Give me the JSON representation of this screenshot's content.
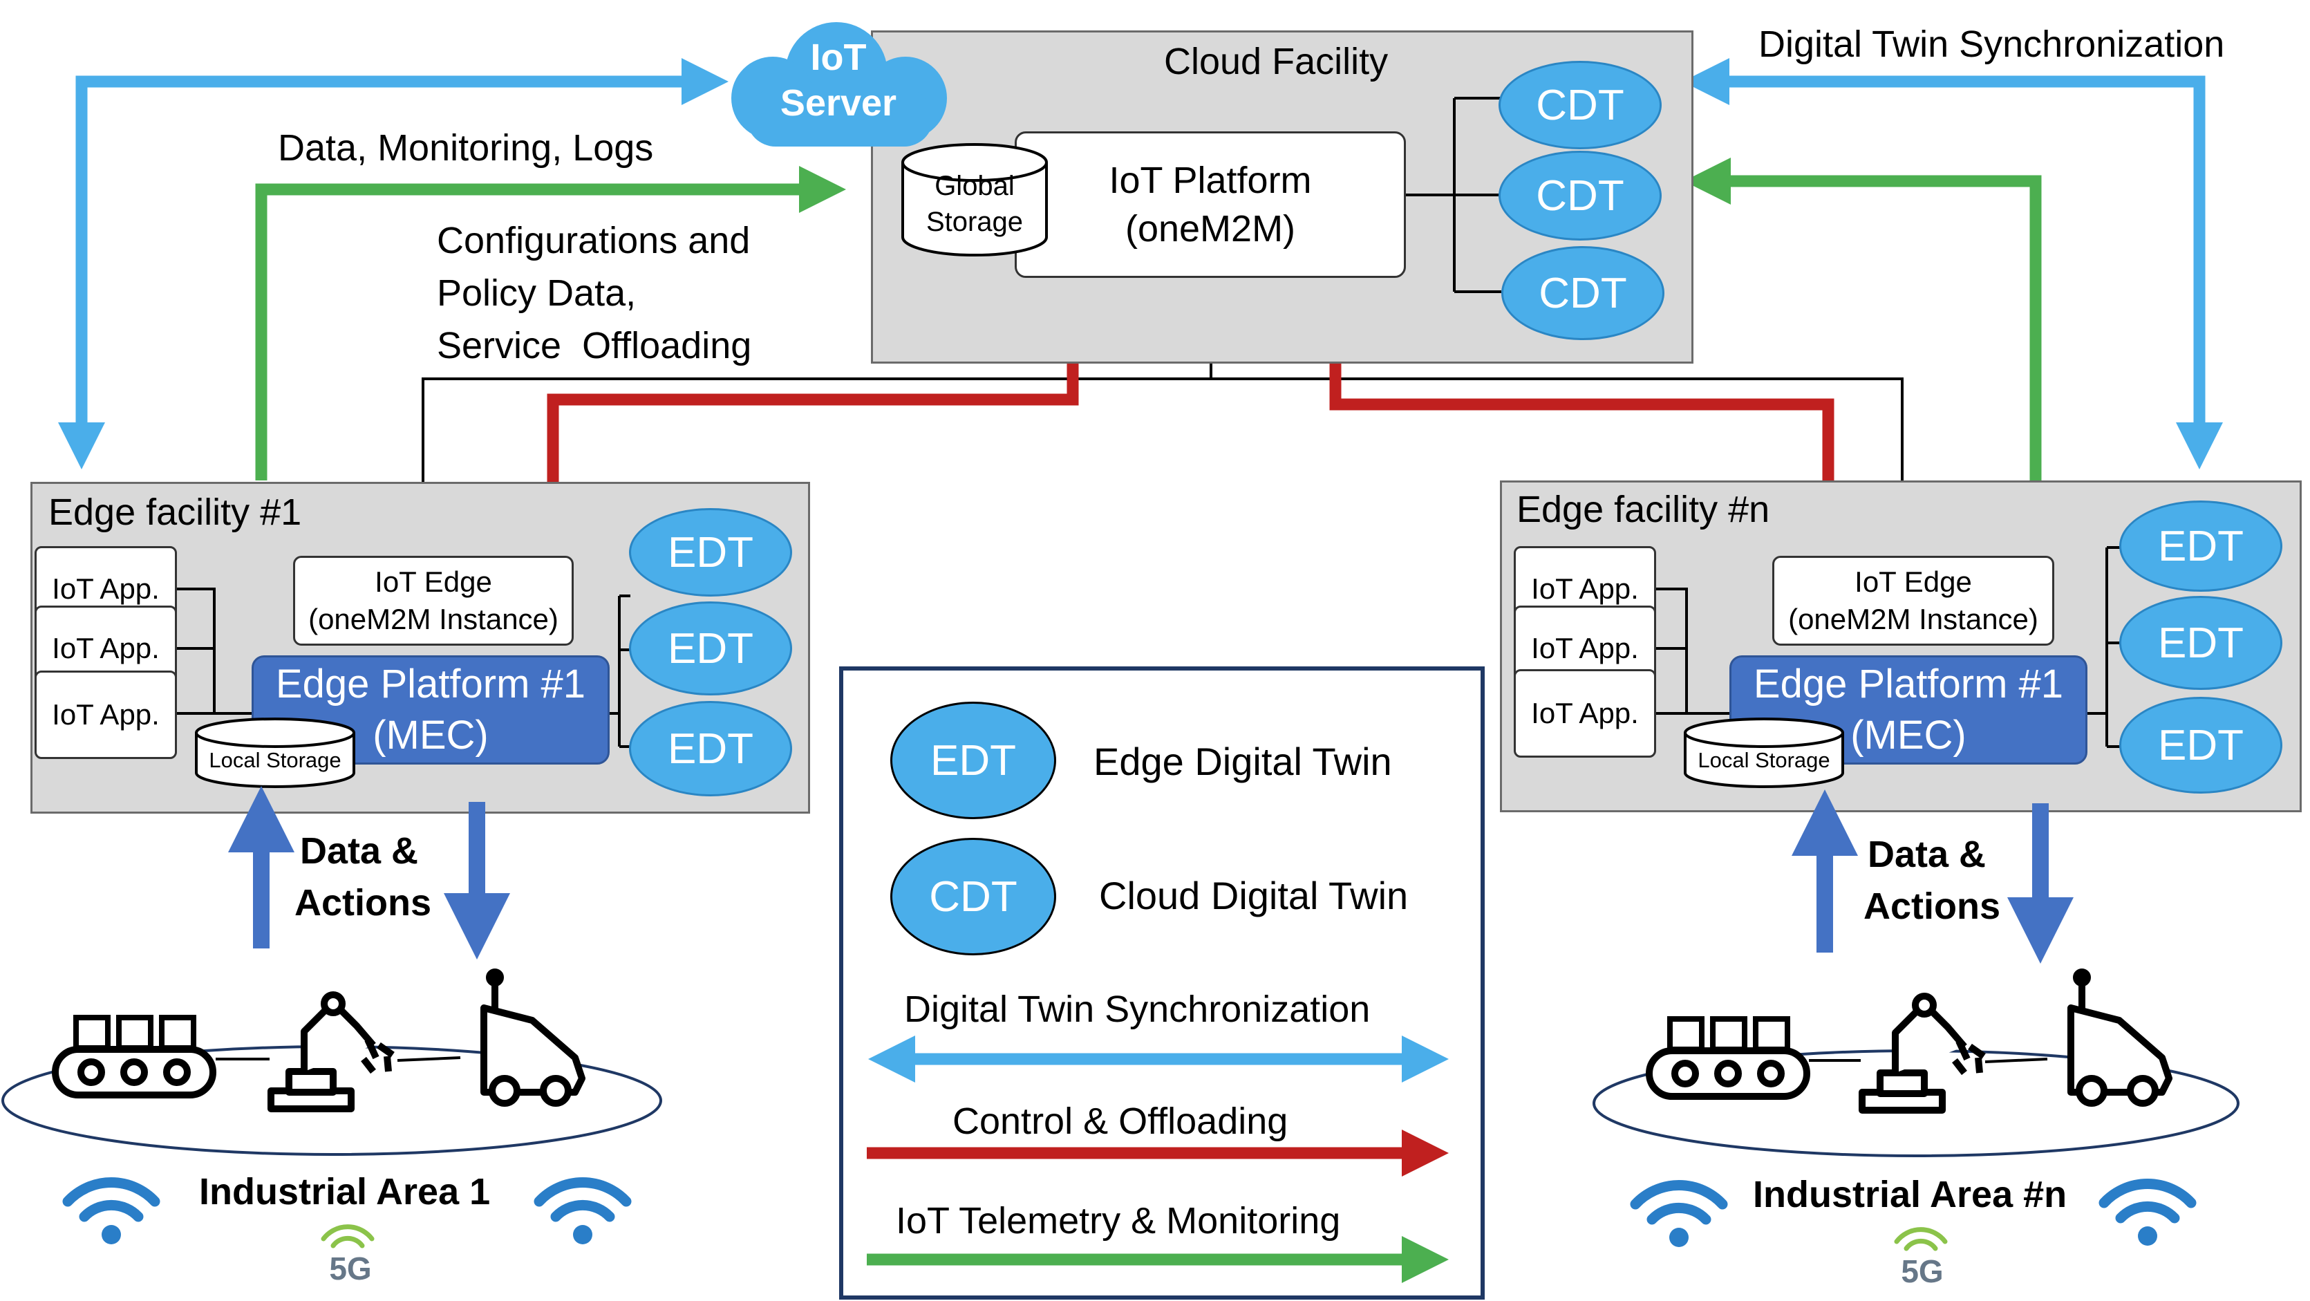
{
  "iot_server": {
    "line1": "IoT",
    "line2": "Server"
  },
  "cloud": {
    "title": "Cloud Facility",
    "platform": {
      "line1": "IoT Platform",
      "line2": "(oneM2M)"
    },
    "storage": {
      "line1": "Global",
      "line2": "Storage"
    },
    "twins": [
      "CDT",
      "CDT",
      "CDT"
    ]
  },
  "labels": {
    "data_monitoring": "Data, Monitoring, Logs",
    "config_lines": [
      "Configurations and",
      "Policy Data,",
      "Service  Offloading"
    ],
    "dt_sync_top": "Digital Twin Synchronization"
  },
  "edge_facilities": [
    {
      "title": "Edge facility #1",
      "apps": [
        "IoT App.",
        "IoT App.",
        "IoT App."
      ],
      "edge": {
        "line1": "IoT Edge",
        "line2": "(oneM2M Instance)"
      },
      "platform": {
        "line1": "Edge Platform #1",
        "line2": "(MEC)"
      },
      "storage": "Local Storage",
      "twins": [
        "EDT",
        "EDT",
        "EDT"
      ],
      "data_actions": {
        "line1": "Data &",
        "line2": "Actions"
      },
      "area": "Industrial Area 1",
      "network": "5G"
    },
    {
      "title": "Edge facility #n",
      "apps": [
        "IoT App.",
        "IoT App.",
        "IoT App."
      ],
      "edge": {
        "line1": "IoT Edge",
        "line2": "(oneM2M Instance)"
      },
      "platform": {
        "line1": "Edge Platform #1",
        "line2": "(MEC)"
      },
      "storage": "Local Storage",
      "twins": [
        "EDT",
        "EDT",
        "EDT"
      ],
      "data_actions": {
        "line1": "Data &",
        "line2": "Actions"
      },
      "area": "Industrial Area #n",
      "network": "5G"
    }
  ],
  "legend": {
    "edt_symbol": "EDT",
    "edt_label": "Edge Digital Twin",
    "cdt_symbol": "CDT",
    "cdt_label": "Cloud Digital Twin",
    "sync_label": "Digital Twin Synchronization",
    "control_label": "Control & Offloading",
    "telemetry_label": "IoT Telemetry & Monitoring"
  },
  "colors": {
    "sync_arrow": "#4aaeea",
    "control_arrow": "#c0201f",
    "telemetry_arrow": "#4caf50",
    "data_arrow": "#4472c4",
    "facility_fill": "#d9d9d9",
    "platform_fill": "#4472c4",
    "twin_fill": "#4aaeea",
    "wifi": "#2a7ec8",
    "g5": "#8bc34a"
  }
}
